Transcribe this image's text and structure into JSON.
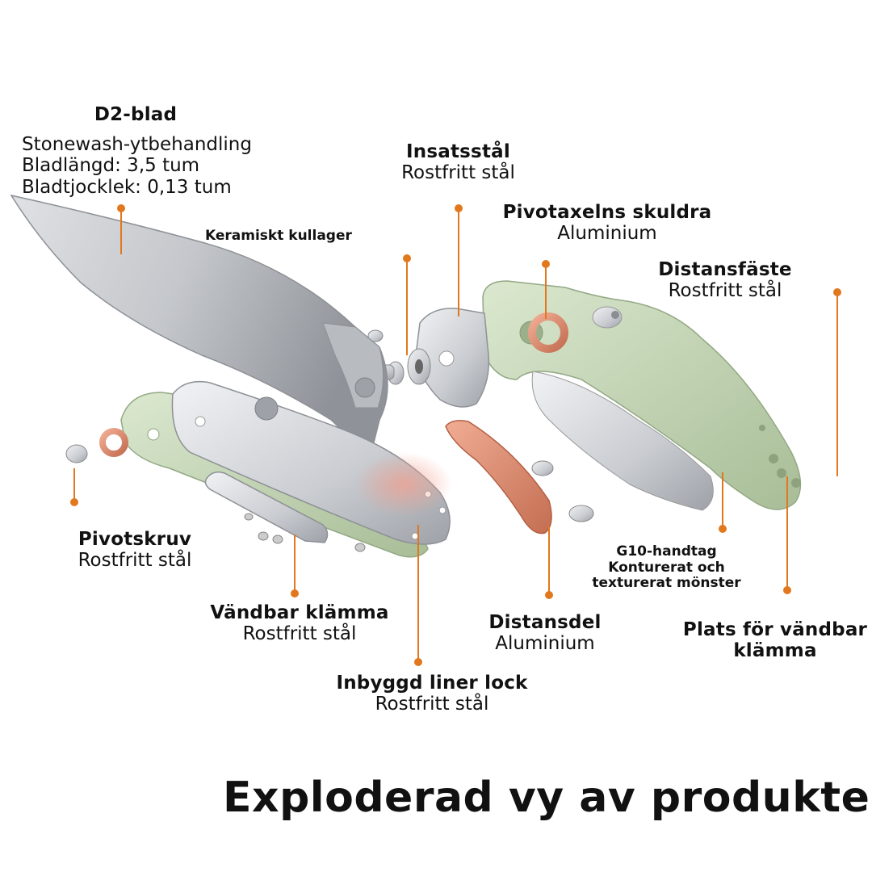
{
  "colors": {
    "leader": "#e2781e",
    "steel_light": "#e8eaed",
    "steel_dark": "#a9adb3",
    "g10_light": "#d3e2c6",
    "g10_dark": "#a9bf98",
    "copper": "#d98a6e",
    "text": "#111111"
  },
  "labels": {
    "blade": {
      "title": "D2-blad",
      "l1": "Stonewash-ytbehandling",
      "l2": "Bladlängd: 3,5 tum",
      "l3": "Bladtjocklek: 0,13 tum"
    },
    "bearing": {
      "title": "Keramiskt kullager"
    },
    "insert": {
      "title": "Insatsstål",
      "sub": "Rostfritt stål"
    },
    "pivot_shoulder": {
      "title": "Pivotaxelns skuldra",
      "sub": "Aluminium"
    },
    "standoff_mount": {
      "title": "Distansfäste",
      "sub": "Rostfritt stål"
    },
    "pivot_screw": {
      "title": "Pivotskruv",
      "sub": "Rostfritt stål"
    },
    "clip": {
      "title": "Vändbar klämma",
      "sub": "Rostfritt stål"
    },
    "spacer": {
      "title": "Distansdel",
      "sub": "Aluminium"
    },
    "handle": {
      "l1": "G10-handtag",
      "l2": "Konturerat och",
      "l3": "texturerat mönster"
    },
    "clip_position": {
      "l1": "Plats för vändbar",
      "l2": "klämma"
    },
    "liner_lock": {
      "title": "Inbyggd liner lock",
      "sub": "Rostfritt stål"
    }
  },
  "caption": "Exploderad vy av produkten"
}
